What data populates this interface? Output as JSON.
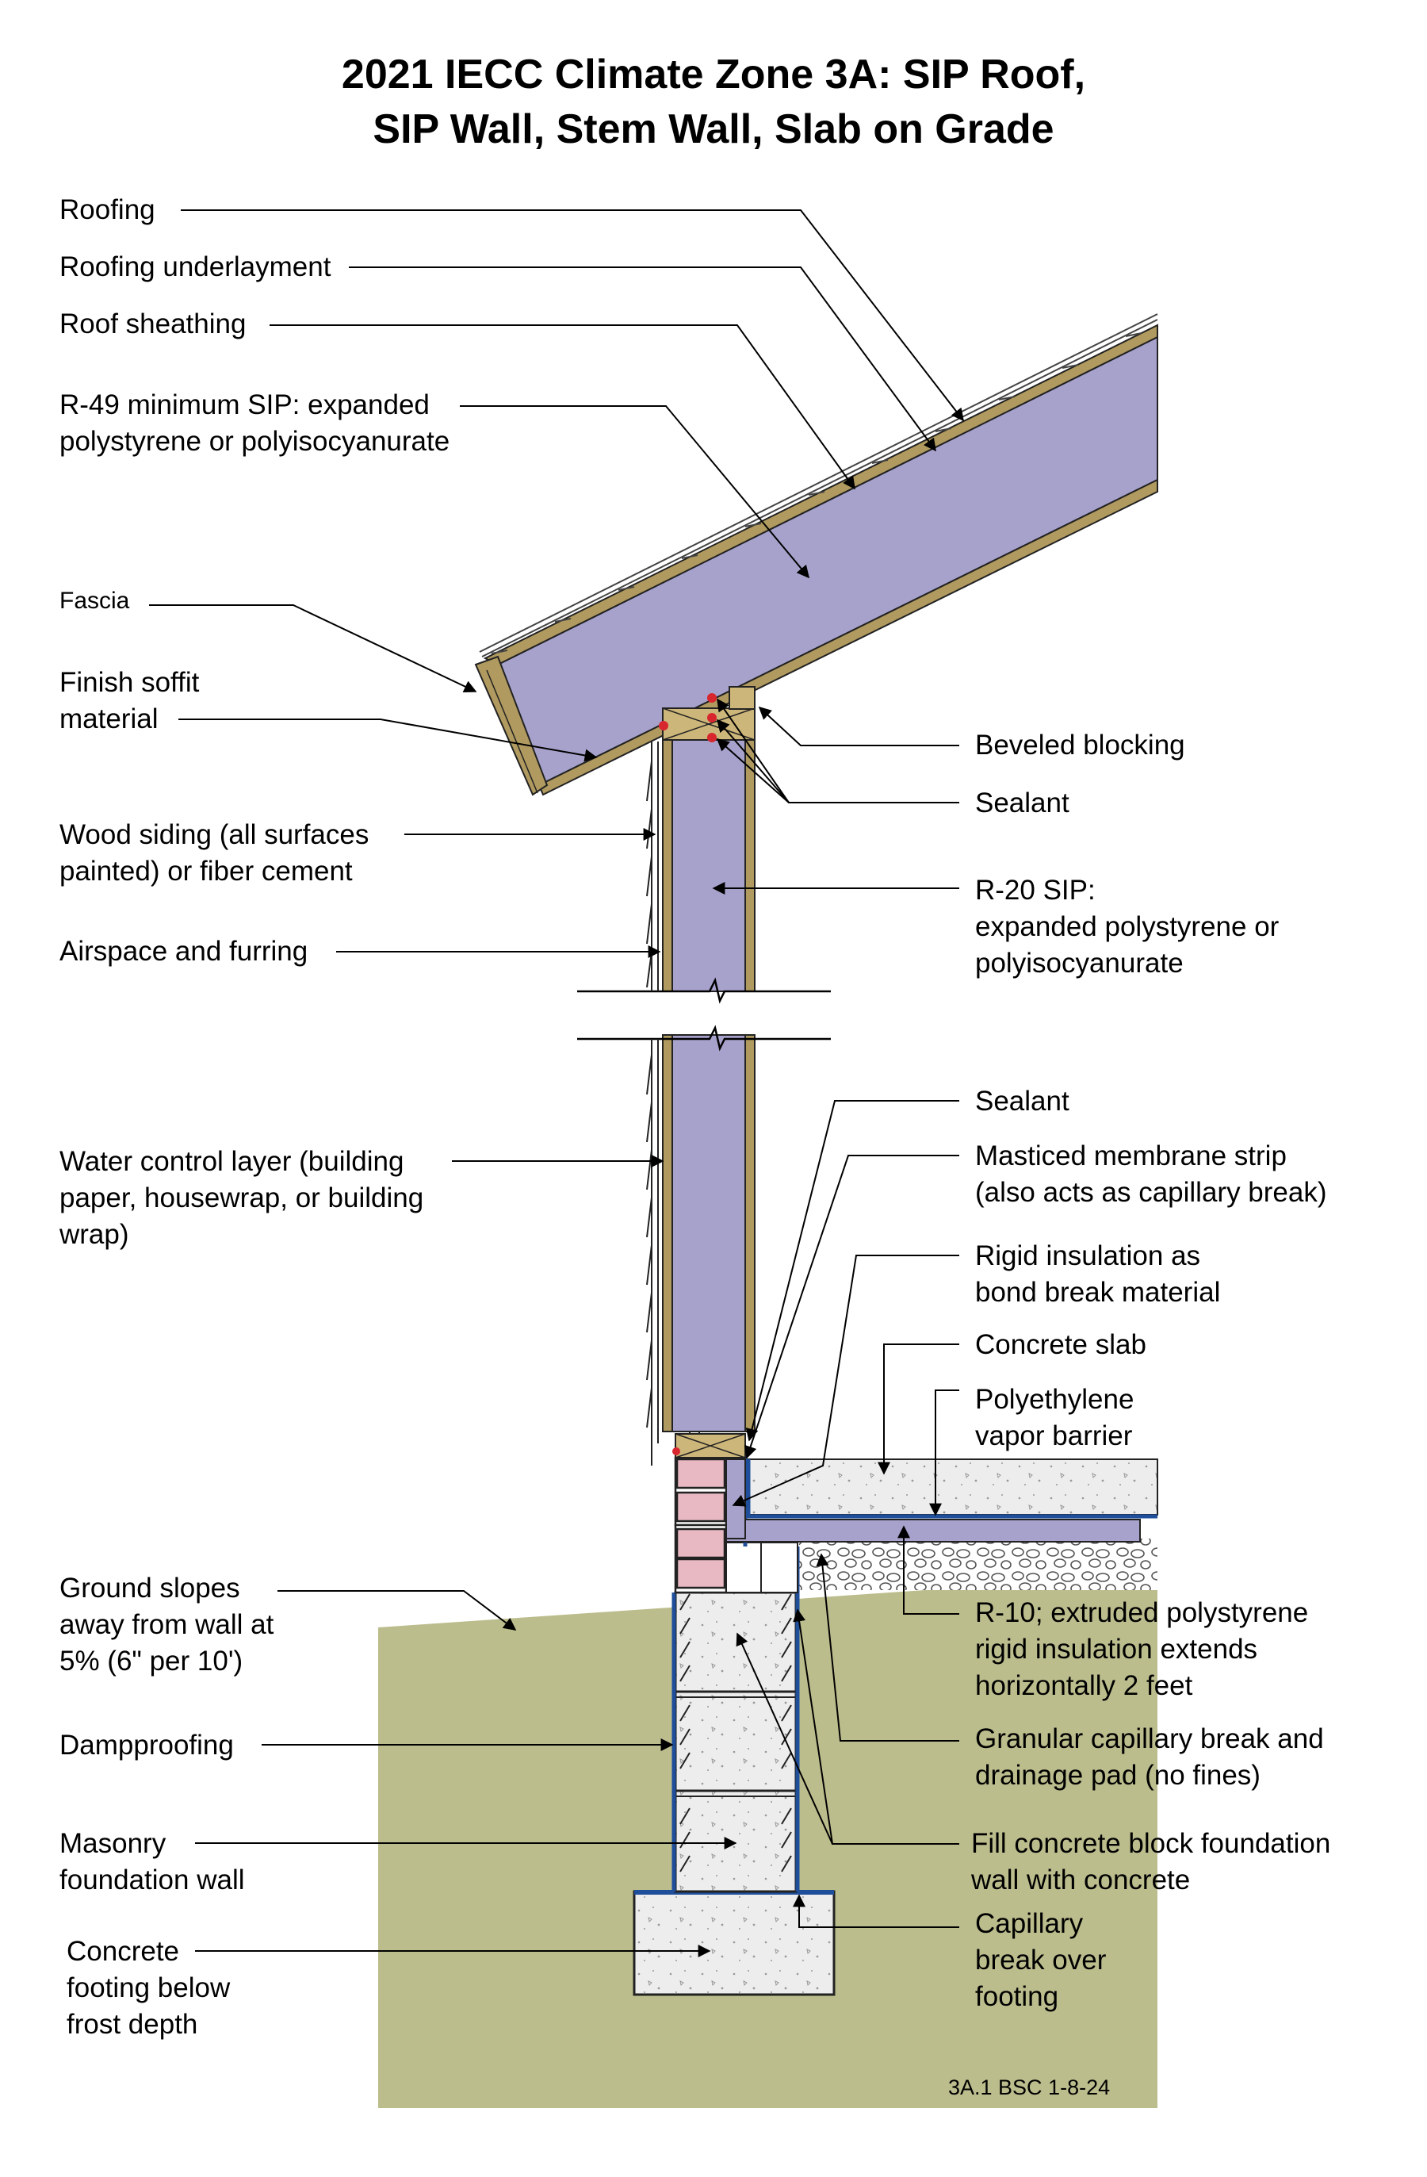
{
  "title": {
    "line1": "2021 IECC Climate Zone 3A: SIP Roof,",
    "line2": "SIP Wall, Stem Wall, Slab on Grade"
  },
  "labels_left": {
    "roofing": "Roofing",
    "roofing_underlayment": "Roofing underlayment",
    "roof_sheathing": "Roof sheathing",
    "roof_sip_1": "R-49 minimum SIP: expanded",
    "roof_sip_2": "polystyrene or polyisocyanurate",
    "fascia": "Fascia",
    "soffit_1": "Finish soffit",
    "soffit_2": "material",
    "siding_1": "Wood siding (all surfaces",
    "siding_2": "painted) or fiber cement",
    "airspace": "Airspace and furring",
    "water_1": "Water control layer (building",
    "water_2": "paper, housewrap, or building",
    "water_3": "wrap)",
    "ground_1": "Ground slopes",
    "ground_2": "away from wall at",
    "ground_3": "5% (6\" per 10')",
    "dampproofing": "Dampproofing",
    "masonry_1": "Masonry",
    "masonry_2": "foundation wall",
    "footing_1": "Concrete",
    "footing_2": "footing below",
    "footing_3": "frost depth"
  },
  "labels_right": {
    "beveled_blocking": "Beveled blocking",
    "sealant_top": "Sealant",
    "wall_sip_1": "R-20 SIP:",
    "wall_sip_2": "expanded polystyrene or",
    "wall_sip_3": "polyisocyanurate",
    "sealant_bottom": "Sealant",
    "membrane_1": "Masticed membrane strip",
    "membrane_2": "(also acts as capillary break)",
    "rigid_bond_1": "Rigid insulation as",
    "rigid_bond_2": "bond break material",
    "concrete_slab": "Concrete slab",
    "poly_1": "Polyethylene",
    "poly_2": "vapor barrier",
    "r10_1": "R-10; extruded polystyrene",
    "r10_2": "rigid insulation extends",
    "r10_3": "horizontally 2 feet",
    "granular_1": "Granular capillary break and",
    "granular_2": "drainage pad (no fines)",
    "fill_1": "Fill  concrete block foundation",
    "fill_2": "wall with concrete",
    "cap_1": "Capillary",
    "cap_2": "break over",
    "cap_3": "footing"
  },
  "drawing_ref": "3A.1 BSC 1-8-24",
  "colors": {
    "sip_insulation": "#a7a2cc",
    "wood_skin": "#b09a5f",
    "ground": "#bcbd8d",
    "concrete": "#ededed",
    "membrane": "#1f4e9a",
    "masonry_pink": "#e8b9c3",
    "sealant": "#d8262f"
  }
}
